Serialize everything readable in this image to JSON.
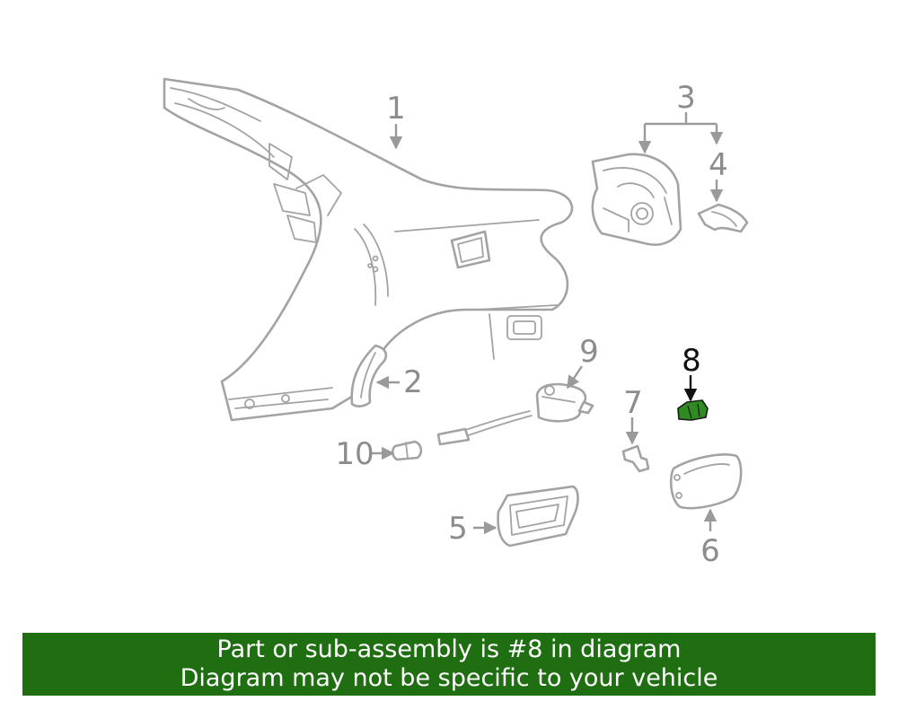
{
  "colors": {
    "banner_background": "#1f6e12",
    "line_art": "#a3a3a3",
    "highlight_part": "#2f8a1f",
    "highlight_text": "#111111"
  },
  "callouts": {
    "c1": "1",
    "c2": "2",
    "c3": "3",
    "c4": "4",
    "c5": "5",
    "c6": "6",
    "c7": "7",
    "c8": "8",
    "c9": "9",
    "c10": "10"
  },
  "highlighted_part": "8",
  "banner": {
    "line1": "Part or sub-assembly is #8 in diagram",
    "line2": "Diagram may not be specific to your vehicle"
  }
}
